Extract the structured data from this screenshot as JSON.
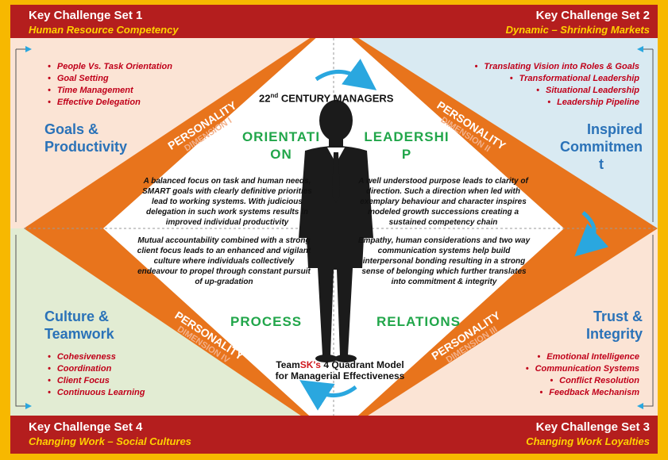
{
  "colors": {
    "frame": "#f7b800",
    "header_red": "#b41e1e",
    "header_sub": "#ffd200",
    "orange": "#e8741c",
    "q1_bg": "#fbe4d5",
    "q2_bg": "#d9eaf2",
    "q3_bg": "#fbe4d5",
    "q4_bg": "#e2ecd3",
    "title_blue": "#2a72b8",
    "bullet_red": "#c0001a",
    "green": "#21a64a"
  },
  "model": {
    "center_title": "22nd CENTURY MANAGERS",
    "center_title_base": "22",
    "center_title_sup": "nd",
    "center_title_rest": " CENTURY MANAGERS",
    "caption_prefix": "Team",
    "caption_brand": "SK's",
    "caption_rest": " 4 Quadrant Model",
    "caption_line2": "for Managerial Effectiveness"
  },
  "quadrants": {
    "tl": {
      "header_title": "Key Challenge Set 1",
      "header_subtitle": "Human Resource Competency",
      "bullets": [
        "People Vs. Task Orientation",
        "Goal Setting",
        "Time Management",
        "Effective Delegation"
      ],
      "title_line1": "Goals &",
      "title_line2": "Productivity",
      "band_line1": "PERSONALITY",
      "band_line2": "DIMENSION I",
      "green_label": "ORIENTATION",
      "green_line1": "ORIENTATI",
      "green_line2": "ON",
      "paragraph": "A balanced focus on task and human needs, SMART goals with clearly definitive priorities lead to working systems. With judicious delegation in such work systems results in improved individual productivity"
    },
    "tr": {
      "header_title": "Key Challenge Set 2",
      "header_subtitle": "Dynamic – Shrinking Markets",
      "bullets": [
        "Translating Vision into Roles & Goals",
        "Transformational Leadership",
        "Situational Leadership",
        "Leadership Pipeline"
      ],
      "title_line1": "Inspired",
      "title_line2": "Commitmen",
      "title_line3": "t",
      "band_line1": "PERSONALITY",
      "band_line2": "DIMENSION II",
      "green_line1": "LEADERSHI",
      "green_line2": "P",
      "paragraph": "A well understood purpose leads to clarity of direction. Such a direction when led with exemplary behaviour and character inspires modeled growth successions creating a sustained competency chain"
    },
    "br": {
      "header_title": "Key Challenge Set 3",
      "header_subtitle": "Changing Work Loyalties",
      "bullets": [
        "Emotional Intelligence",
        "Communication Systems",
        "Conflict Resolution",
        "Feedback Mechanism"
      ],
      "title_line1": "Trust &",
      "title_line2": "Integrity",
      "band_line1": "PERSONALITY",
      "band_line2": "DIMENSION III",
      "green_label": "RELATIONS",
      "paragraph": "Empathy, human considerations and two way communication systems help build interpersonal bonding resulting in a strong sense of belonging which further translates into commitment & integrity"
    },
    "bl": {
      "header_title": "Key Challenge Set 4",
      "header_subtitle": "Changing Work – Social Cultures",
      "bullets": [
        "Cohesiveness",
        "Coordination",
        "Client Focus",
        "Continuous  Learning"
      ],
      "title_line1": "Culture &",
      "title_line2": "Teamwork",
      "band_line1": "PERSONALITY",
      "band_line2": "DIMENSION IV",
      "green_label": "PROCESS",
      "paragraph": "Mutual accountability combined with a strong client focus leads to an enhanced and vigilant culture where individuals collectively endeavour to propel through constant pursuit of up-gradation"
    }
  }
}
